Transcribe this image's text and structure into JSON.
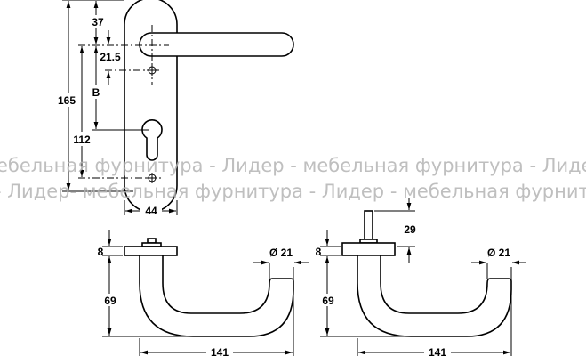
{
  "front_view": {
    "dims": {
      "overall_height": "165",
      "top_to_lever": "37",
      "lever_to_screw": "21.5",
      "backset": "B",
      "lever_to_screw_bottom": "112",
      "width": "44"
    }
  },
  "side_views": [
    {
      "dims": {
        "rose": "8",
        "height": "69",
        "length": "141",
        "diameter": "Ø 21"
      }
    },
    {
      "dims": {
        "rose": "8",
        "height": "69",
        "length": "141",
        "diameter": "Ø 21",
        "spindle": "29"
      }
    }
  ],
  "watermark": {
    "line1": "ебельная фурнитура - Лидер - мебельная фурнитура - Лидер",
    "line2": "- Лидер- мебельная фурнитура - Лидер - мебельная фурнит"
  }
}
